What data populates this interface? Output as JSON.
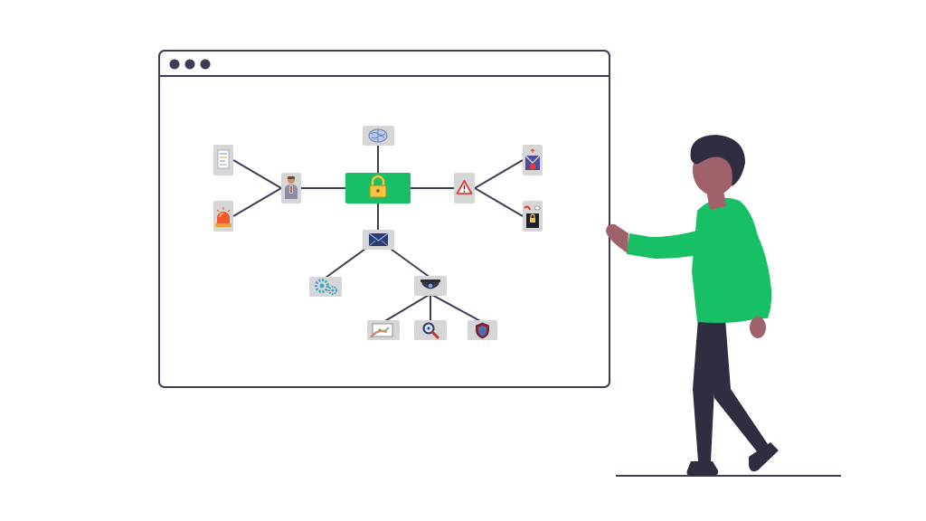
{
  "browser": {
    "window_dots": 3
  },
  "diagram": {
    "center": {
      "id": "lock",
      "icon": "padlock-icon",
      "color": "#17c064"
    },
    "nodes": [
      {
        "id": "brain",
        "icon": "brain-icon",
        "parent": "lock"
      },
      {
        "id": "agent",
        "icon": "person-icon",
        "parent": "lock"
      },
      {
        "id": "document",
        "icon": "document-icon",
        "parent": "agent"
      },
      {
        "id": "siren",
        "icon": "siren-icon",
        "parent": "agent"
      },
      {
        "id": "warning",
        "icon": "warning-icon",
        "parent": "lock"
      },
      {
        "id": "alert-mail",
        "icon": "alert-mail-icon",
        "parent": "warning"
      },
      {
        "id": "locked-file",
        "icon": "locked-file-icon",
        "parent": "warning"
      },
      {
        "id": "mail",
        "icon": "mail-icon",
        "parent": "lock"
      },
      {
        "id": "gears",
        "icon": "gears-icon",
        "parent": "mail"
      },
      {
        "id": "camera",
        "icon": "security-camera-icon",
        "parent": "mail"
      },
      {
        "id": "scan",
        "icon": "scanner-icon",
        "parent": "camera"
      },
      {
        "id": "search",
        "icon": "magnifier-icon",
        "parent": "camera"
      },
      {
        "id": "shield",
        "icon": "shield-icon",
        "parent": "camera"
      }
    ]
  },
  "colors": {
    "outline": "#3f3d56",
    "accent": "#17c064",
    "node_bg": "#d6d6d6",
    "skin": "#a0616a",
    "hair": "#2f2e41",
    "warning": "#e53935",
    "shield": "#8e2430",
    "gear": "#3fa7c9"
  }
}
